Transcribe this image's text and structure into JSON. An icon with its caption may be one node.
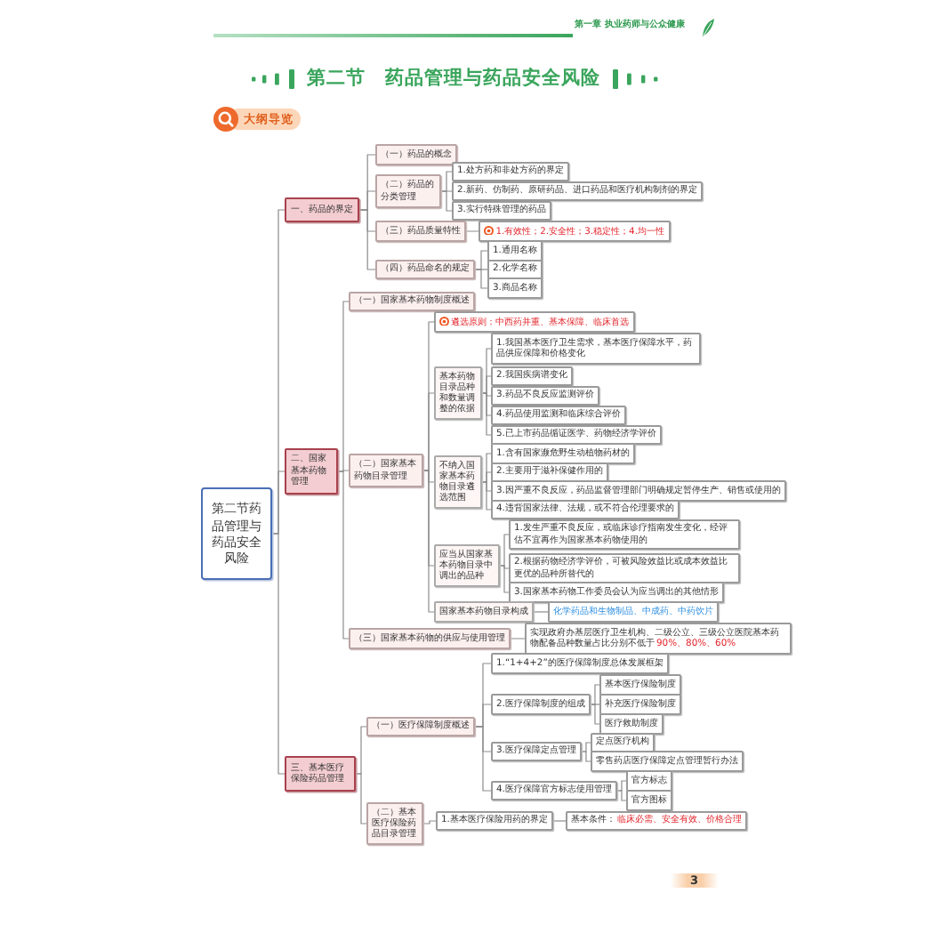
{
  "diagram": {
    "title": "第二节　药品管理与药品安全风险",
    "nodes": [
      {
        "text": [
          "第二节药品管理与药品安全风险"
        ]
      },
      {
        "text": [
          "一、药品的界定"
        ]
      },
      {
        "text": [
          "（一）药品的概念"
        ]
      },
      {
        "text": [
          "（二）药品的分类管理"
        ]
      },
      {
        "text": [
          "1.处方药和非处方药的界定"
        ]
      },
      {
        "text": [
          "2.新药、仿制药、原研药品、进口药品和医疗机构制剂的界定"
        ]
      },
      {
        "text": [
          "3.实行特殊管理的药品"
        ]
      },
      {
        "text": [
          "（三）药品质量特性"
        ]
      },
      {
        "text": [
          "1.有效性；2.安全性；3.稳定性；4.均一性"
        ]
      },
      {
        "text": [
          "（四）药品命名的规定"
        ]
      },
      {
        "text": [
          "1.通用名称"
        ]
      },
      {
        "text": [
          "2.化学名称"
        ]
      },
      {
        "text": [
          "3.商品名称"
        ]
      },
      {
        "text": [
          "二、国家基本药物管理"
        ]
      },
      {
        "text": [
          "（一）国家基本药物制度概述"
        ]
      },
      {
        "text": [
          "（二）国家基本药物目录管理"
        ]
      },
      {
        "text": [
          "遴选原则：中西药并重、基本保障、临床首选"
        ]
      },
      {
        "text": [
          "基本药物目录品种和数量调整的依据"
        ]
      },
      {
        "text": [
          "1.我国基本医疗卫生需求，基本医疗保障水平，药品供应保障和价格变化"
        ]
      },
      {
        "text": [
          "2.我国疾病谱变化"
        ]
      },
      {
        "text": [
          "3.药品不良反应监测评价"
        ]
      },
      {
        "text": [
          "4.药品使用监测和临床综合评价"
        ]
      },
      {
        "text": [
          "5.已上市药品循证医学、药物经济学评价"
        ]
      },
      {
        "text": [
          "不纳入国家基本药物目录遴选范围"
        ]
      },
      {
        "text": [
          "1.含有国家濒危野生动植物药材的"
        ]
      },
      {
        "text": [
          "2.主要用于滋补保健作用的"
        ]
      },
      {
        "text": [
          "3.因严重不良反应，药品监督管理部门明确规定暂停生产、销售或使用的"
        ]
      },
      {
        "text": [
          "4.违背国家法律、法规，或不符合伦理要求的"
        ]
      },
      {
        "text": [
          "应当从国家基本药物目录中调出的品种"
        ]
      },
      {
        "text": [
          "1.发生严重不良反应，或临床诊疗指南发生变化，经评估不宜再作为国家基本药物使用的"
        ]
      },
      {
        "text": [
          "2.根据药物经济学评价，可被风险效益比或成本效益比更优的品种所替代的"
        ]
      },
      {
        "text": [
          "3.国家基本药物工作委员会认为应当调出的其他情形"
        ]
      },
      {
        "text": [
          "国家基本药物目录构成"
        ]
      },
      {
        "text": [
          "化学药品和生物制品、中成药、中药饮片"
        ]
      },
      {
        "text": [
          "（三）国家基本药物的供应与使用管理"
        ]
      },
      {
        "text": [
          "实现政府办基层医疗卫生机构、二级公立、三级公立医院基本药物配备品种数量占比分别不低于",
          "90%、80%、60%"
        ]
      },
      {
        "text": [
          "三、基本医疗保险药品管理"
        ]
      },
      {
        "text": [
          "（一）医疗保障制度概述"
        ]
      },
      {
        "text": [
          "1.“1+4+2”的医疗保障制度总体发展框架"
        ]
      },
      {
        "text": [
          "2.医疗保障制度的组成"
        ]
      },
      {
        "text": [
          "基本医疗保险制度"
        ]
      },
      {
        "text": [
          "补充医疗保险制度"
        ]
      },
      {
        "text": [
          "医疗救助制度"
        ]
      },
      {
        "text": [
          "3.医疗保障定点管理"
        ]
      },
      {
        "text": [
          "定点医疗机构"
        ]
      },
      {
        "text": [
          "零售药店医疗保障定点管理暂行办法"
        ]
      },
      {
        "text": [
          "4.医疗保障官方标志使用管理"
        ]
      },
      {
        "text": [
          "官方标志"
        ]
      },
      {
        "text": [
          "官方图标"
        ]
      },
      {
        "text": [
          "（二）基本医疗保险药品目录管理"
        ]
      },
      {
        "text": [
          "1.基本医疗保险用药的界定"
        ]
      },
      {
        "text": [
          "基本条件：",
          "临床必需、安全有效、价格合理"
        ]
      }
    ],
    "edges": [
      {
        "from": 0,
        "to": 1,
        "arrow": "none"
      },
      {
        "from": 0,
        "to": 13,
        "arrow": "none"
      },
      {
        "from": 0,
        "to": 36,
        "arrow": "none"
      },
      {
        "from": 1,
        "to": 2,
        "arrow": "none"
      },
      {
        "from": 1,
        "to": 3,
        "arrow": "none"
      },
      {
        "from": 1,
        "to": 7,
        "arrow": "none"
      },
      {
        "from": 1,
        "to": 9,
        "arrow": "none"
      },
      {
        "from": 3,
        "to": 4,
        "arrow": "none"
      },
      {
        "from": 3,
        "to": 5,
        "arrow": "none"
      },
      {
        "from": 3,
        "to": 6,
        "arrow": "none"
      },
      {
        "from": 7,
        "to": 8,
        "arrow": "none"
      },
      {
        "from": 9,
        "to": 10,
        "arrow": "none"
      },
      {
        "from": 9,
        "to": 11,
        "arrow": "none"
      },
      {
        "from": 9,
        "to": 12,
        "arrow": "none"
      },
      {
        "from": 13,
        "to": 14,
        "arrow": "none"
      },
      {
        "from": 13,
        "to": 15,
        "arrow": "none"
      },
      {
        "from": 13,
        "to": 34,
        "arrow": "none"
      },
      {
        "from": 15,
        "to": 16,
        "arrow": "none"
      },
      {
        "from": 15,
        "to": 17,
        "arrow": "none"
      },
      {
        "from": 15,
        "to": 23,
        "arrow": "none"
      },
      {
        "from": 15,
        "to": 28,
        "arrow": "none"
      },
      {
        "from": 15,
        "to": 32,
        "arrow": "none"
      },
      {
        "from": 17,
        "to": 18,
        "arrow": "none"
      },
      {
        "from": 17,
        "to": 19,
        "arrow": "none"
      },
      {
        "from": 17,
        "to": 20,
        "arrow": "none"
      },
      {
        "from": 17,
        "to": 21,
        "arrow": "none"
      },
      {
        "from": 17,
        "to": 22,
        "arrow": "none"
      },
      {
        "from": 23,
        "to": 24,
        "arrow": "none"
      },
      {
        "from": 23,
        "to": 25,
        "arrow": "none"
      },
      {
        "from": 23,
        "to": 26,
        "arrow": "none"
      },
      {
        "from": 23,
        "to": 27,
        "arrow": "none"
      },
      {
        "from": 28,
        "to": 29,
        "arrow": "none"
      },
      {
        "from": 28,
        "to": 30,
        "arrow": "none"
      },
      {
        "from": 28,
        "to": 31,
        "arrow": "none"
      },
      {
        "from": 32,
        "to": 33,
        "arrow": "none"
      },
      {
        "from": 34,
        "to": 35,
        "arrow": "none"
      },
      {
        "from": 36,
        "to": 37,
        "arrow": "none"
      },
      {
        "from": 36,
        "to": 49,
        "arrow": "none"
      },
      {
        "from": 37,
        "to": 38,
        "arrow": "none"
      },
      {
        "from": 37,
        "to": 39,
        "arrow": "none"
      },
      {
        "from": 37,
        "to": 43,
        "arrow": "none"
      },
      {
        "from": 37,
        "to": 46,
        "arrow": "none"
      },
      {
        "from": 39,
        "to": 40,
        "arrow": "none"
      },
      {
        "from": 39,
        "to": 41,
        "arrow": "none"
      },
      {
        "from": 39,
        "to": 42,
        "arrow": "none"
      },
      {
        "from": 43,
        "to": 44,
        "arrow": "none"
      },
      {
        "from": 43,
        "to": 45,
        "arrow": "none"
      },
      {
        "from": 46,
        "to": 47,
        "arrow": "none"
      },
      {
        "from": 46,
        "to": 48,
        "arrow": "none"
      },
      {
        "from": 49,
        "to": 50,
        "arrow": "none"
      },
      {
        "from": 50,
        "to": 51,
        "arrow": "none"
      }
    ],
    "labels": [
      "第一章 执业药师与公众健康",
      "大纲导览",
      "3"
    ]
  }
}
